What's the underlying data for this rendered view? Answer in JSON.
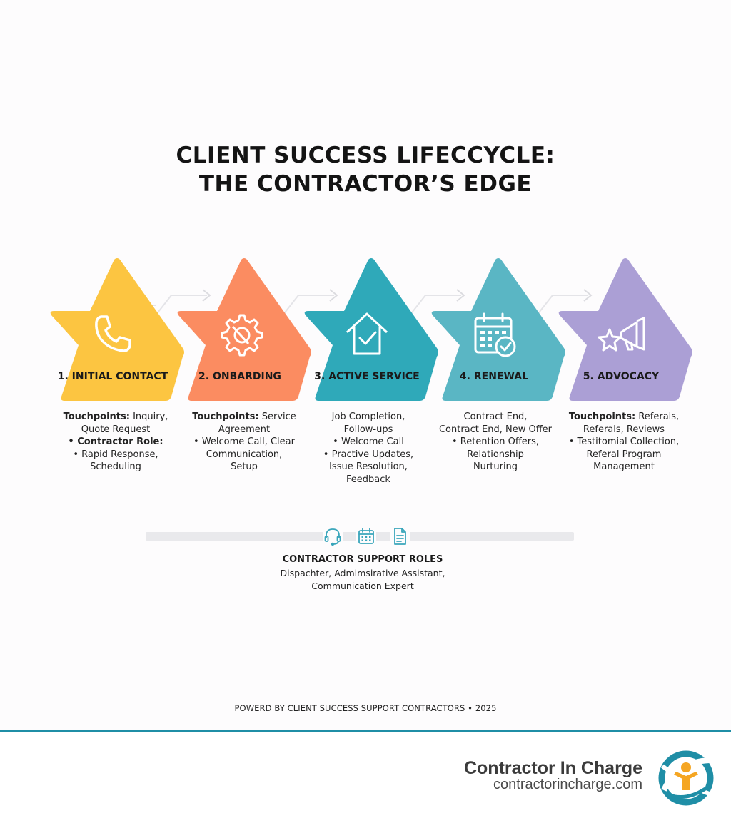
{
  "title": {
    "line1": "CLIENT SUCCESS LIFECCYCLE:",
    "line2": "THE CONTRACTOR’S EDGE"
  },
  "stages": [
    {
      "label": "1. INITIAL CONTACT",
      "icon": "phone-icon",
      "color": "#fcc541",
      "desc": [
        {
          "bold": "Touchpoints:",
          "text": " Inquiry,"
        },
        {
          "bold": "",
          "text": "Quote Request"
        },
        {
          "bold": "• Contractor Role:",
          "text": ""
        },
        {
          "bold": "",
          "text": "• Rapid Response,"
        },
        {
          "bold": "",
          "text": "Scheduling"
        }
      ]
    },
    {
      "label": "2. ONBARDING",
      "icon": "gear-wrench-icon",
      "color": "#fb8c61",
      "desc": [
        {
          "bold": "Touchpoints:",
          "text": " Service"
        },
        {
          "bold": "",
          "text": "Agreement"
        },
        {
          "bold": "",
          "text": "• Welcome Call, Clear"
        },
        {
          "bold": "",
          "text": "Communication,"
        },
        {
          "bold": "",
          "text": "Setup"
        }
      ]
    },
    {
      "label": "3. ACTIVE SERVICE",
      "icon": "house-check-icon",
      "color": "#2fa9b9",
      "desc": [
        {
          "bold": "",
          "text": "Job Completion,"
        },
        {
          "bold": "",
          "text": "Follow-ups"
        },
        {
          "bold": "",
          "text": "• Welcome Call"
        },
        {
          "bold": "",
          "text": "• Practive Updates,"
        },
        {
          "bold": "",
          "text": "Issue Resolution,"
        },
        {
          "bold": "",
          "text": "Feedback"
        }
      ]
    },
    {
      "label": "4. RENEWAL",
      "icon": "calendar-check-icon",
      "color": "#5ab6c4",
      "desc": [
        {
          "bold": "",
          "text": "Contract End,"
        },
        {
          "bold": "",
          "text": "Contract End, New Offer"
        },
        {
          "bold": "",
          "text": "• Retention Offers,"
        },
        {
          "bold": "",
          "text": "Relationship"
        },
        {
          "bold": "",
          "text": "Nurturing"
        }
      ]
    },
    {
      "label": "5. ADVOCACY",
      "icon": "star-megaphone-icon",
      "color": "#ab9fd5",
      "desc": [
        {
          "bold": "Touchpoints:",
          "text": " Referals,"
        },
        {
          "bold": "",
          "text": "Referals, Reviews"
        },
        {
          "bold": "",
          "text": "• Testitomial Collection,"
        },
        {
          "bold": "",
          "text": "Referal Program"
        },
        {
          "bold": "",
          "text": "Management"
        }
      ]
    }
  ],
  "support": {
    "icons": [
      "headset-icon",
      "calendar-icon",
      "document-icon"
    ],
    "accent": "#3aa6bb",
    "title": "CONTRACTOR SUPPORT ROLES",
    "roles_line1": "Dispachter, Admimsirative Assistant,",
    "roles_line2": "Communication Expert"
  },
  "powered_by": "POWERD BY CLIENT SUCCESS SUPPORT CONTRACTORS • 2025",
  "footer": {
    "brand_name": "Contractor In Charge",
    "brand_url": "contractorincharge.com",
    "accent": "#1f8ea6"
  }
}
